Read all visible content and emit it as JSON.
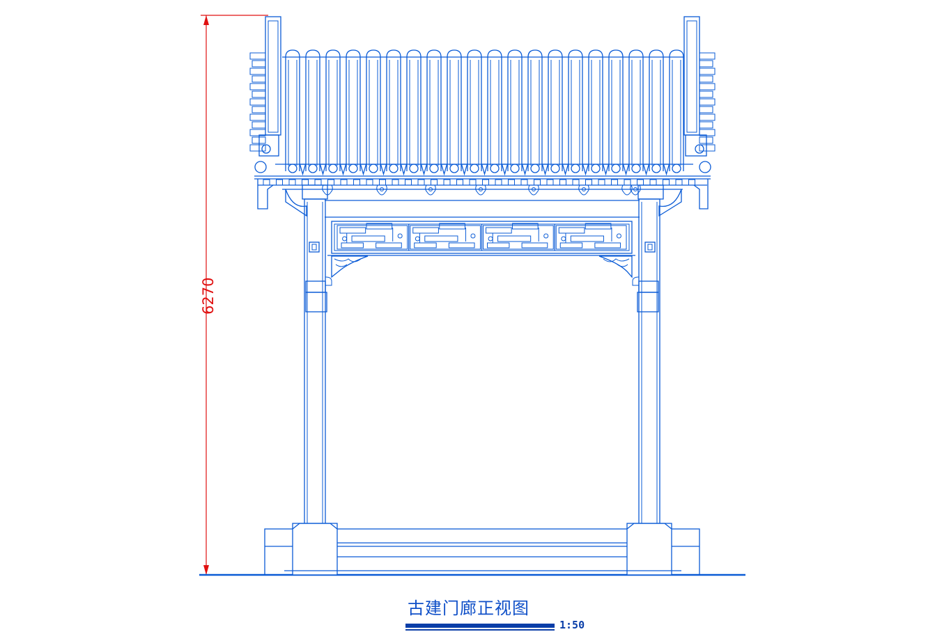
{
  "drawing": {
    "title": "古建门廊正视图",
    "scale": "1:50",
    "dimension_height": "6270"
  },
  "colors": {
    "line": "#0a5bd6",
    "dimension": "#e01010",
    "title": "#1050c8"
  }
}
